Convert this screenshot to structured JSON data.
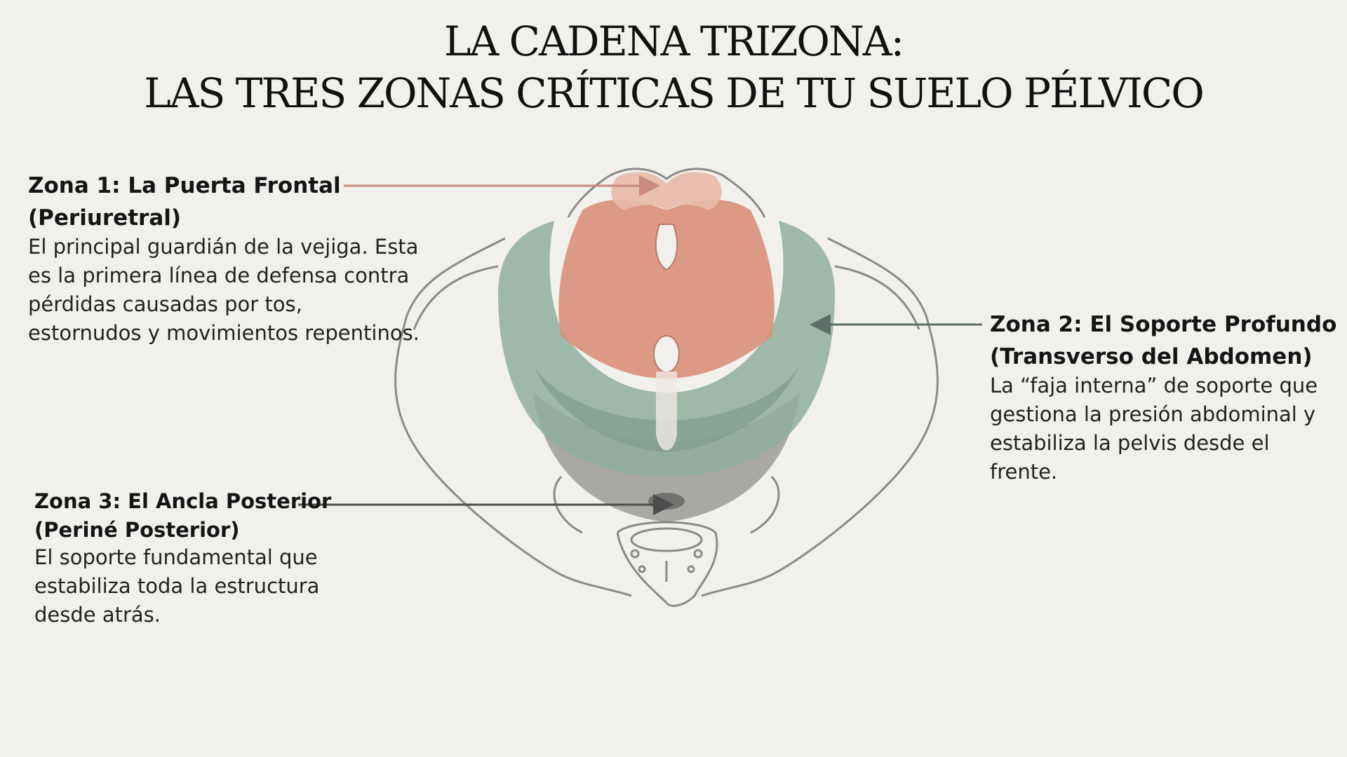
{
  "title": {
    "line1": "LA CADENA TRIZONA:",
    "line2": "LAS TRES ZONAS CRÍTICAS DE TU SUELO PÉLVICO"
  },
  "zones": [
    {
      "title_line1": "Zona 1: La Puerta Frontal",
      "title_line2": "(Periuretral)",
      "description": [
        "El principal guardián de la vejiga. Esta",
        "es la primera línea de defensa contra",
        "pérdidas causadas por tos,",
        "estornudos y movimientos repentinos."
      ]
    },
    {
      "title_line1": "Zona 2: El Soporte Profundo",
      "title_line2": "(Transverso del Abdomen)",
      "description": [
        "La “faja interna” de soporte que",
        "gestiona la presión abdominal y",
        "estabiliza la pelvis desde el",
        "frente."
      ]
    },
    {
      "title_line1": "Zona 3: El Ancla Posterior",
      "title_line2": "(Periné Posterior)",
      "description": [
        "El soporte fundamental que",
        "estabiliza toda la estructura",
        "desde atrás."
      ]
    }
  ],
  "colors": {
    "background": "#f1f0ec",
    "zone1_muscle": "#d98f7a",
    "zone2_muscle": "#8fae9f",
    "zone3_muscle": "#6e6e6a",
    "bone_outline": "#8a8a86",
    "arrow_zone1": "#c98a7f",
    "arrow_zone2": "#5c6e66",
    "arrow_zone3": "#4d4d4d"
  }
}
